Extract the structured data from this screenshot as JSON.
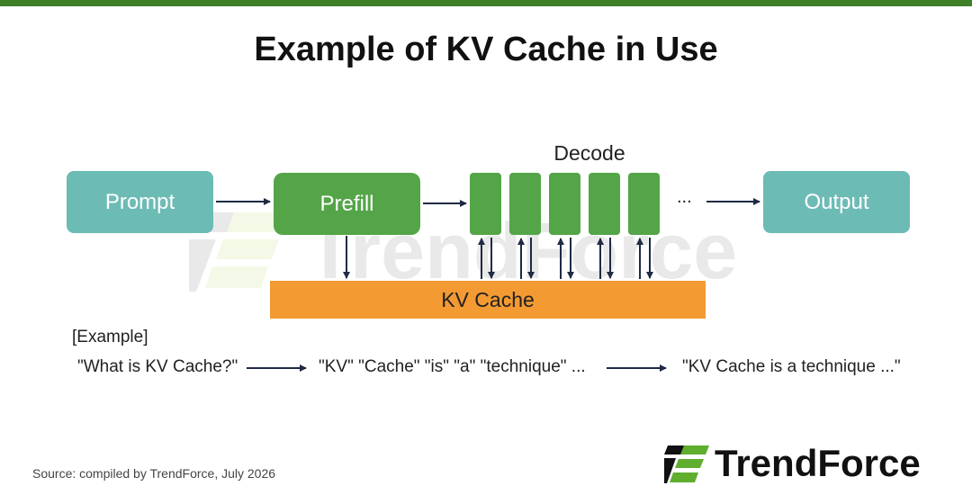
{
  "title": "Example of KV Cache in Use",
  "diagram": {
    "prompt_label": "Prompt",
    "prefill_label": "Prefill",
    "decode_label": "Decode",
    "output_label": "Output",
    "kv_cache_label": "KV Cache",
    "ellipsis": "...",
    "decode_block_count": 5
  },
  "example": {
    "tag": "[Example]",
    "input": "\"What is KV Cache?\"",
    "tokens": "\"KV\" \"Cache\" \"is\" \"a\" \"technique\" ...",
    "output": "\"KV Cache is a technique ...\""
  },
  "watermark_text": "TrendForce",
  "source": "Source: compiled by TrendForce, July 2026",
  "logo_text": "TrendForce",
  "colors": {
    "accent_bar": "#3f7f27",
    "teal": "#6dbbb5",
    "green": "#54a548",
    "orange": "#f39a32",
    "arrow": "#1f2a44"
  }
}
